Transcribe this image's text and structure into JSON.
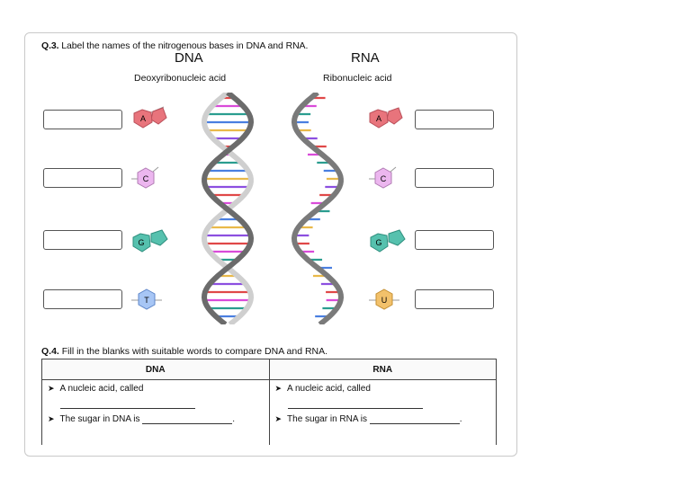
{
  "q3": {
    "number": "Q.3.",
    "text": "Label the names of the nitrogenous bases in DNA and RNA."
  },
  "dna": {
    "title": "DNA",
    "subtitle": "Deoxyribonucleic acid"
  },
  "rna": {
    "title": "RNA",
    "subtitle": "Ribonucleic acid"
  },
  "dna_bases": [
    "A",
    "C",
    "G",
    "T"
  ],
  "rna_bases": [
    "A",
    "C",
    "G",
    "U"
  ],
  "base_colors": {
    "A": "#e8747c",
    "C": "#e7a8e8",
    "G": "#56c1ae",
    "T": "#8fb4f0",
    "U": "#f2c16b"
  },
  "q4": {
    "number": "Q.4.",
    "text": "Fill in the blanks with suitable words to compare DNA and RNA."
  },
  "table": {
    "headers": [
      "DNA",
      "RNA"
    ],
    "dna_rows": [
      "A nucleic acid, called",
      "The sugar in DNA is"
    ],
    "rna_rows": [
      "A nucleic acid, called",
      "The sugar in RNA is"
    ]
  }
}
